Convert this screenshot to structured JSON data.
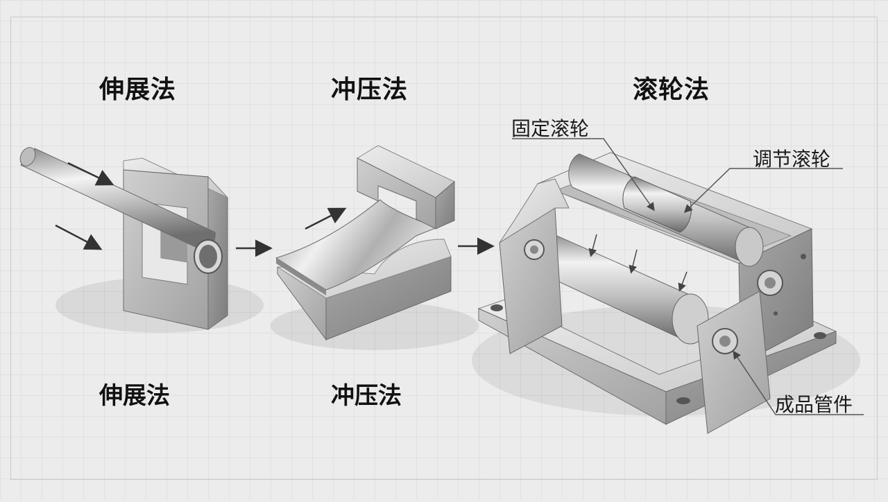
{
  "methods": [
    {
      "title": "伸展法",
      "caption": "伸展法"
    },
    {
      "title": "冲压法",
      "caption": "冲压法"
    },
    {
      "title": "滚轮法"
    }
  ],
  "callouts": {
    "fixed_roller": "固定滚轮",
    "adjust_roller": "调节滚轮",
    "finished_pipe": "成品管件"
  },
  "colors": {
    "background": "#ececec",
    "grid": "#d6d6d6",
    "metal_light": "#e6e6e6",
    "metal_mid": "#b8b8b8",
    "metal_dark": "#7d7d7d",
    "arrow": "#333333"
  }
}
